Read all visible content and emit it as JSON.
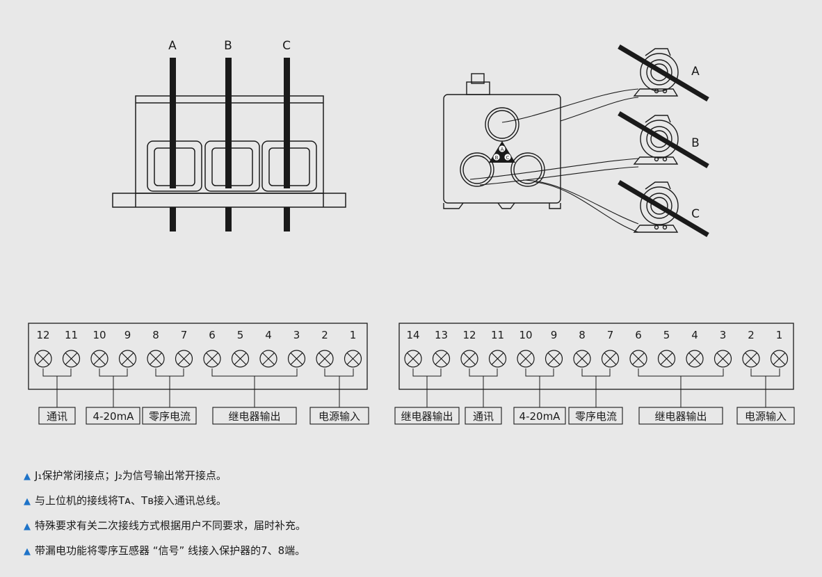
{
  "diagram": {
    "top_left": {
      "phase_labels": [
        "A",
        "B",
        "C"
      ]
    },
    "top_right": {
      "phase_labels": [
        "A",
        "B",
        "C"
      ],
      "hub_labels": [
        "A",
        "B",
        "C"
      ]
    },
    "terminal_block_1": {
      "numbers": [
        "12",
        "11",
        "10",
        "9",
        "8",
        "7",
        "6",
        "5",
        "4",
        "3",
        "2",
        "1"
      ],
      "groups": [
        "通讯",
        "4-20mA",
        "零序电流",
        "继电器输出",
        "电源输入"
      ]
    },
    "terminal_block_2": {
      "numbers": [
        "14",
        "13",
        "12",
        "11",
        "10",
        "9",
        "8",
        "7",
        "6",
        "5",
        "4",
        "3",
        "2",
        "1"
      ],
      "groups": [
        "继电器输出",
        "通讯",
        "4-20mA",
        "零序电流",
        "继电器输出",
        "电源输入"
      ]
    }
  },
  "notes": {
    "marker": "▲",
    "items": [
      "J₁保护常闭接点；J₂为信号输出常开接点。",
      "与上位机的接线将Tᴀ、Tʙ接入通讯总线。",
      "特殊要求有关二次接线方式根据用户不同要求，届时补充。",
      "带漏电功能将零序互感器 “信号” 线接入保护器的7、8端。"
    ]
  },
  "colors": {
    "line": "#1a1a1a",
    "background": "#e8e8e8",
    "accent": "#1e73c8"
  }
}
